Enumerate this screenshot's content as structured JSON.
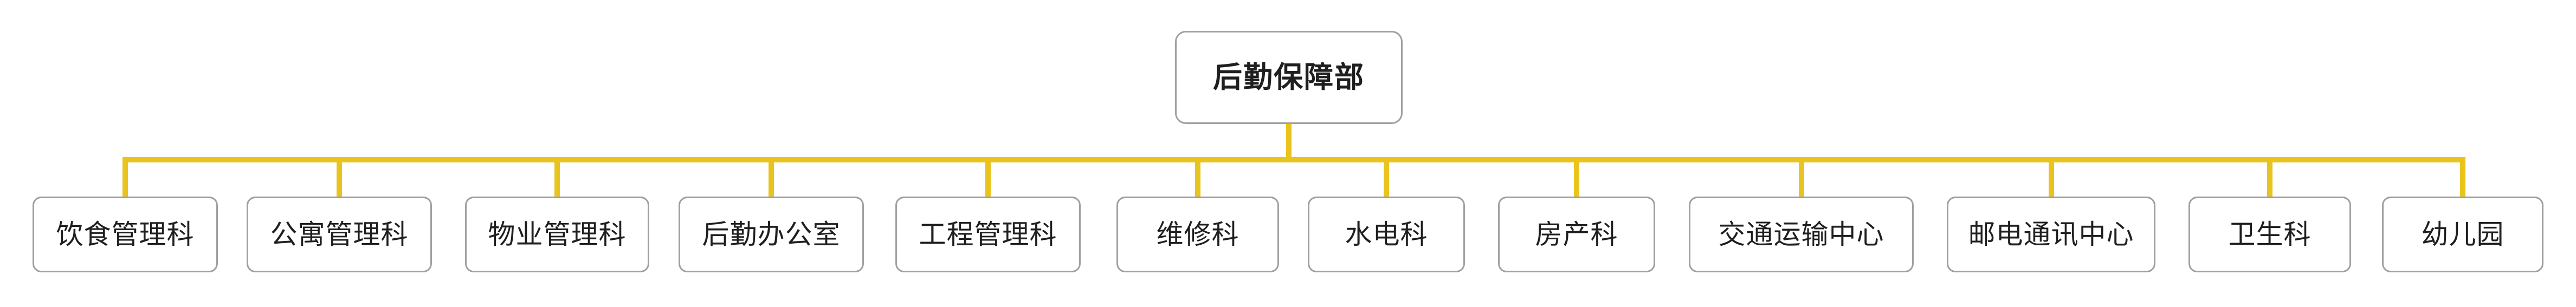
{
  "diagram": {
    "type": "org-chart",
    "root": {
      "label": "后勤保障部"
    },
    "children": [
      {
        "label": "饮食管理科"
      },
      {
        "label": "公寓管理科"
      },
      {
        "label": "物业管理科"
      },
      {
        "label": "后勤办公室"
      },
      {
        "label": "工程管理科"
      },
      {
        "label": "维修科"
      },
      {
        "label": "水电科"
      },
      {
        "label": "房产科"
      },
      {
        "label": "交通运输中心"
      },
      {
        "label": "邮电通讯中心"
      },
      {
        "label": "卫生科"
      },
      {
        "label": "幼儿园"
      }
    ],
    "colors": {
      "connector": "#EAC41E",
      "node_border": "#A0A0A0",
      "node_fill": "#FFFFFF",
      "text": "#1F1F1F",
      "background": "#FFFFFF"
    }
  }
}
